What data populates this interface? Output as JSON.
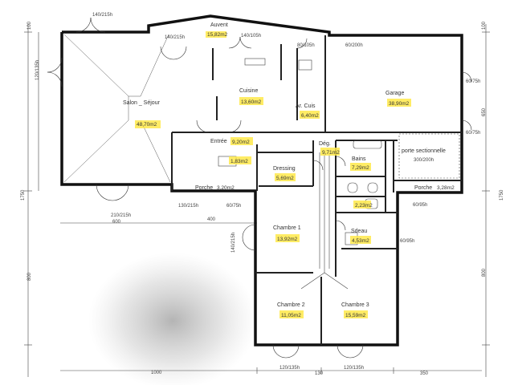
{
  "rooms": {
    "salon": {
      "name": "Salon _ Séjour",
      "area": "48,70m2"
    },
    "cuisine": {
      "name": "Cuisine",
      "area": "13,60m2"
    },
    "auvent": {
      "name": "Auvent",
      "area": "15,82m2"
    },
    "arcuis": {
      "name": "Ar. Cuis",
      "area": "6,40m2"
    },
    "garage": {
      "name": "Garage",
      "area": "38,90m2"
    },
    "entree": {
      "name": "Entrée",
      "area": "9,20m2"
    },
    "deg": {
      "name": "Dég.",
      "area": "9,71m2"
    },
    "dressing": {
      "name": "Dressing",
      "area": "5,69m2"
    },
    "bains": {
      "name": "Bains",
      "area": "7,29m2"
    },
    "wc": {
      "area": "2,23m2"
    },
    "placard": {
      "area": "1,83m2"
    },
    "sdeau": {
      "name": "Sdeau",
      "area": "4,53m2"
    },
    "chambre1": {
      "name": "Chambre 1",
      "area": "13,92m2"
    },
    "chambre2": {
      "name": "Chambre 2",
      "area": "11,05m2"
    },
    "chambre3": {
      "name": "Chambre 3",
      "area": "15,59m2"
    },
    "porche1": {
      "name": "Porche",
      "area": "3,20m2"
    },
    "porche2": {
      "name": "Porche",
      "area": "3,28m2"
    },
    "porte_sect": {
      "name": "porte sectionnelle",
      "size": "300/200h"
    }
  },
  "dimensions": {
    "d_140_215_top": "140/215h",
    "d_140_215_auvent": "140/215h",
    "d_140_105": "140/105h",
    "d_80_105": "80/105h",
    "d_60_200": "60/200h",
    "d_120_135": "120/135h",
    "d_60_75": "60/75h",
    "d_60_75b": "60/75h",
    "d_600": "600",
    "d_1750": "1750",
    "d_1750r": "1750",
    "d_650": "650",
    "d_800l": "800",
    "d_800r": "800",
    "d_100": "100",
    "d_100r": "100",
    "d_210_215": "210/215h",
    "d_130_215": "130/215h",
    "d_60_75c": "60/75h",
    "d_400": "400",
    "d_140_215_left": "140/215h",
    "d_60_95": "60/95h",
    "d_60_95b": "60/95h",
    "d_120_135a": "120/135h",
    "d_120_135b": "120/135h",
    "d_1000": "1000",
    "d_130": "130",
    "d_350": "350"
  }
}
